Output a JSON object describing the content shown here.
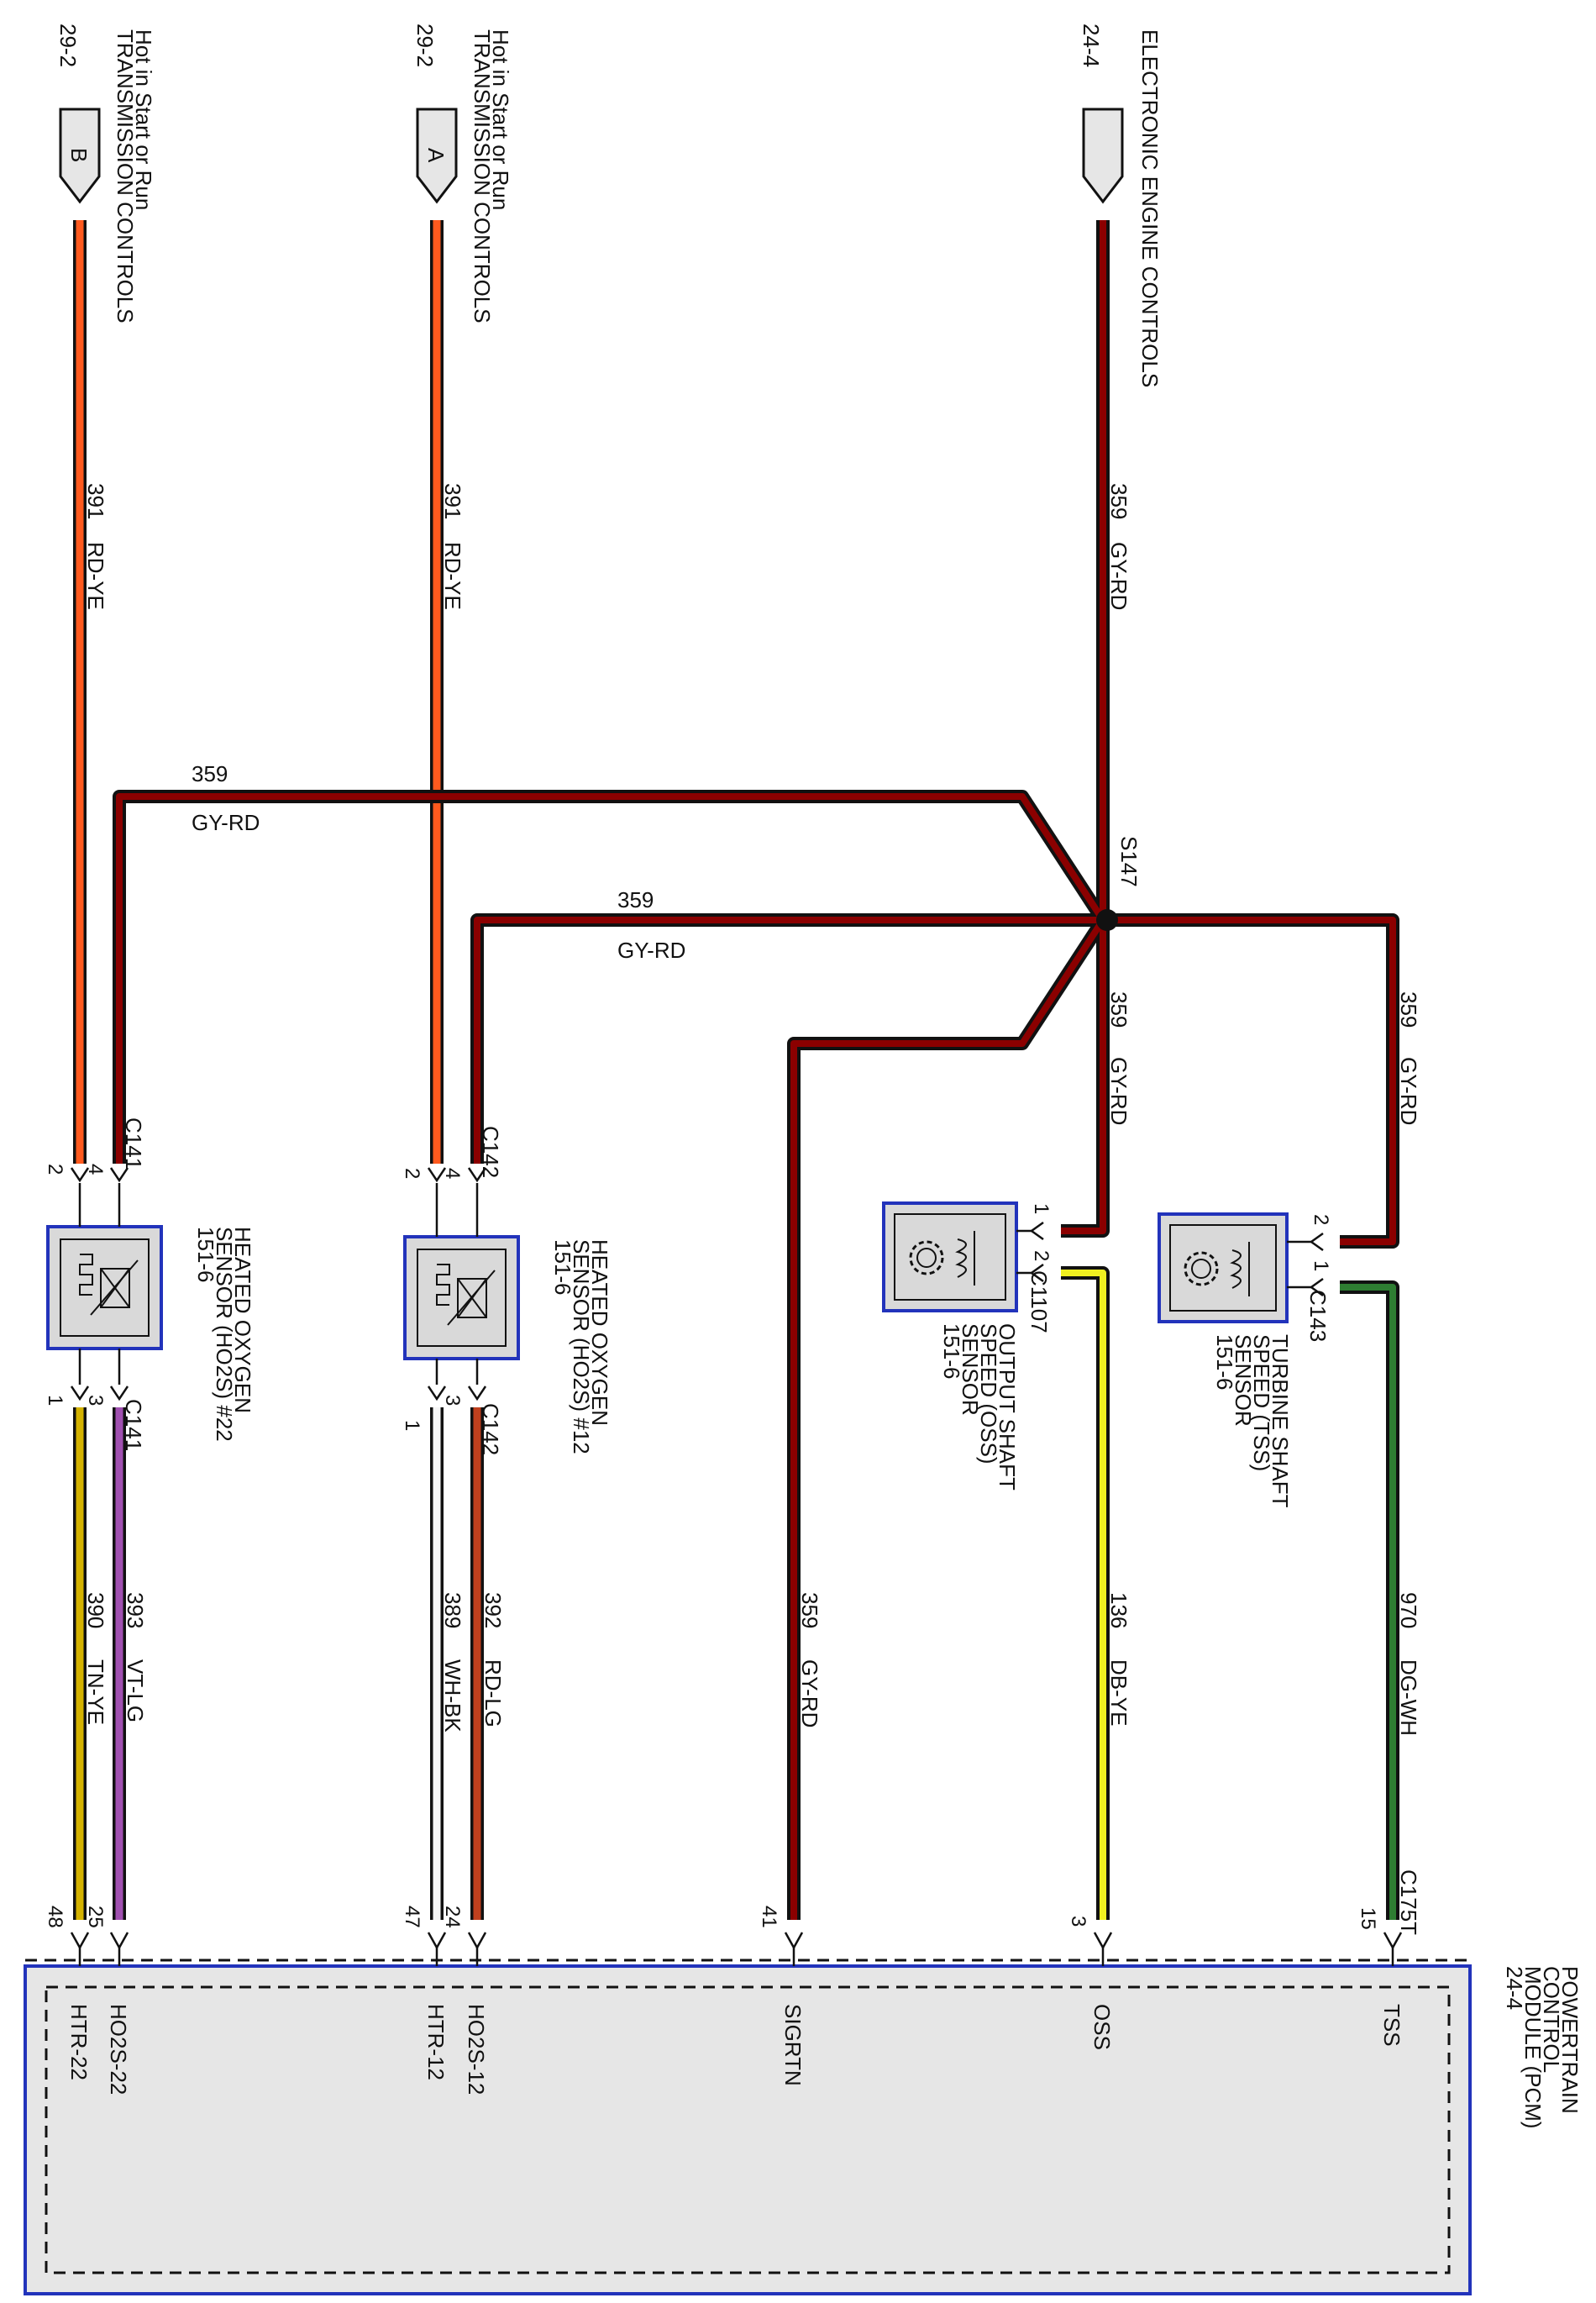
{
  "colors": {
    "rd_ye_core": "#ff5a1e",
    "gy_rd_core": "#8b0000",
    "wire_sheath": "#111111",
    "db_ye_core": "#f0f020",
    "dg_wh_core": "#2e7d32",
    "tn_ye_core": "#d4b200",
    "vt_lg_core": "#a050b0",
    "wh_bk_core": "#f5f5f5",
    "rd_lg_core": "#c0401e",
    "pcm_fill": "#e6e6e6",
    "pcm_border": "#2233bb",
    "component_border": "#2233bb",
    "component_fill": "#d9d9d9"
  },
  "sources": {
    "b": {
      "ref": "29-2",
      "letter": "B",
      "line1": "Hot in Start or Run",
      "line2": "TRANSMISSION CONTROLS"
    },
    "a": {
      "ref": "29-2",
      "letter": "A",
      "line1": "Hot in Start or Run",
      "line2": "TRANSMISSION CONTROLS"
    },
    "eec": {
      "ref": "24-4",
      "line1": "ELECTRONIC ENGINE CONTROLS"
    }
  },
  "wires": {
    "w391_left": {
      "circuit": "391",
      "color": "RD-YE"
    },
    "w391_mid": {
      "circuit": "391",
      "color": "RD-YE"
    },
    "w359_main": {
      "circuit": "359",
      "color": "GY-RD"
    },
    "w359_left": {
      "circuit": "359",
      "color": "GY-RD"
    },
    "w359_mid": {
      "circuit": "359",
      "color": "GY-RD"
    },
    "w359_oss": {
      "circuit": "359",
      "color": "GY-RD"
    },
    "w359_tss": {
      "circuit": "359",
      "color": "GY-RD"
    },
    "w359_sig": {
      "circuit": "359",
      "color": "GY-RD"
    },
    "w393": {
      "circuit": "393",
      "color": "VT-LG"
    },
    "w390": {
      "circuit": "390",
      "color": "TN-YE"
    },
    "w389": {
      "circuit": "389",
      "color": "WH-BK"
    },
    "w392": {
      "circuit": "392",
      "color": "RD-LG"
    },
    "w136": {
      "circuit": "136",
      "color": "DB-YE"
    },
    "w970": {
      "circuit": "970",
      "color": "DG-WH"
    }
  },
  "splice": {
    "label": "S147"
  },
  "ho2s22": {
    "name_line1": "HEATED OXYGEN",
    "name_line2": "SENSOR (HO2S) #22",
    "ref": "151-6",
    "connector_top": "C141",
    "connector_bottom": "C141",
    "pins_top": [
      "2",
      "4"
    ],
    "pins_bottom": [
      "1",
      "3"
    ]
  },
  "ho2s12": {
    "name_line1": "HEATED OXYGEN",
    "name_line2": "SENSOR (HO2S) #12",
    "ref": "151-6",
    "connector_top": "C142",
    "connector_bottom": "C142",
    "pins_top": [
      "2",
      "4"
    ],
    "pins_bottom": [
      "1",
      "3"
    ]
  },
  "oss": {
    "name_line1": "OUTPUT SHAFT",
    "name_line2": "SPEED (OSS)",
    "name_line3": "SENSOR",
    "ref": "151-6",
    "connector": "C1107",
    "pins": [
      "1",
      "2"
    ]
  },
  "tss": {
    "name_line1": "TURBINE SHAFT",
    "name_line2": "SPEED (TSS)",
    "name_line3": "SENSOR",
    "ref": "151-6",
    "connector": "C143",
    "pins": [
      "2",
      "1"
    ]
  },
  "pcm": {
    "line1": "POWERTRAIN",
    "line2": "CONTROL",
    "line3": "MODULE (PCM)",
    "ref": "24-4",
    "connector": "C175T",
    "pins": [
      {
        "num": "48",
        "sig": "HTR-22"
      },
      {
        "num": "25",
        "sig": "HO2S-22"
      },
      {
        "num": "47",
        "sig": "HTR-12"
      },
      {
        "num": "24",
        "sig": "HO2S-12"
      },
      {
        "num": "41",
        "sig": "SIGRTN"
      },
      {
        "num": "3",
        "sig": "OSS"
      },
      {
        "num": "15",
        "sig": "TSS"
      }
    ]
  }
}
